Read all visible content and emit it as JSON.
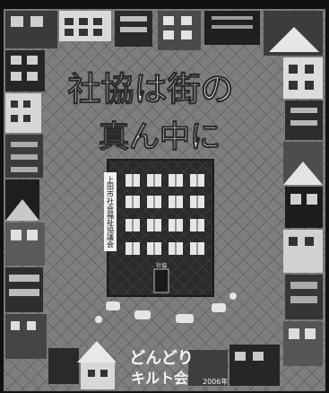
{
  "title_line1": "社協は街の",
  "title_line2": "真ん中に",
  "building_sign": "上田市社会福祉協議会",
  "door_sign": "社協",
  "credit_line1": "どんどり",
  "credit_line2": "キルト会",
  "credit_year": "2006年"
}
